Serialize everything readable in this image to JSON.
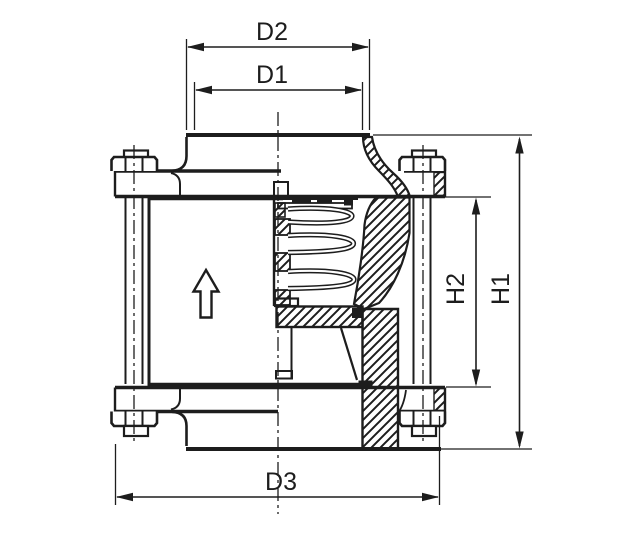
{
  "diagram": {
    "type": "engineering-section-drawing",
    "subject": "spring-loaded check valve cross-section",
    "background_color": "#ffffff",
    "line_color": "#1d1d1d",
    "dimensions": {
      "d2": {
        "label": "D2"
      },
      "d1": {
        "label": "D1"
      },
      "d3": {
        "label": "D3"
      },
      "h1": {
        "label": "H1"
      },
      "h2": {
        "label": "H2"
      }
    },
    "symbols": {
      "flow_direction_arrow": "up"
    }
  }
}
